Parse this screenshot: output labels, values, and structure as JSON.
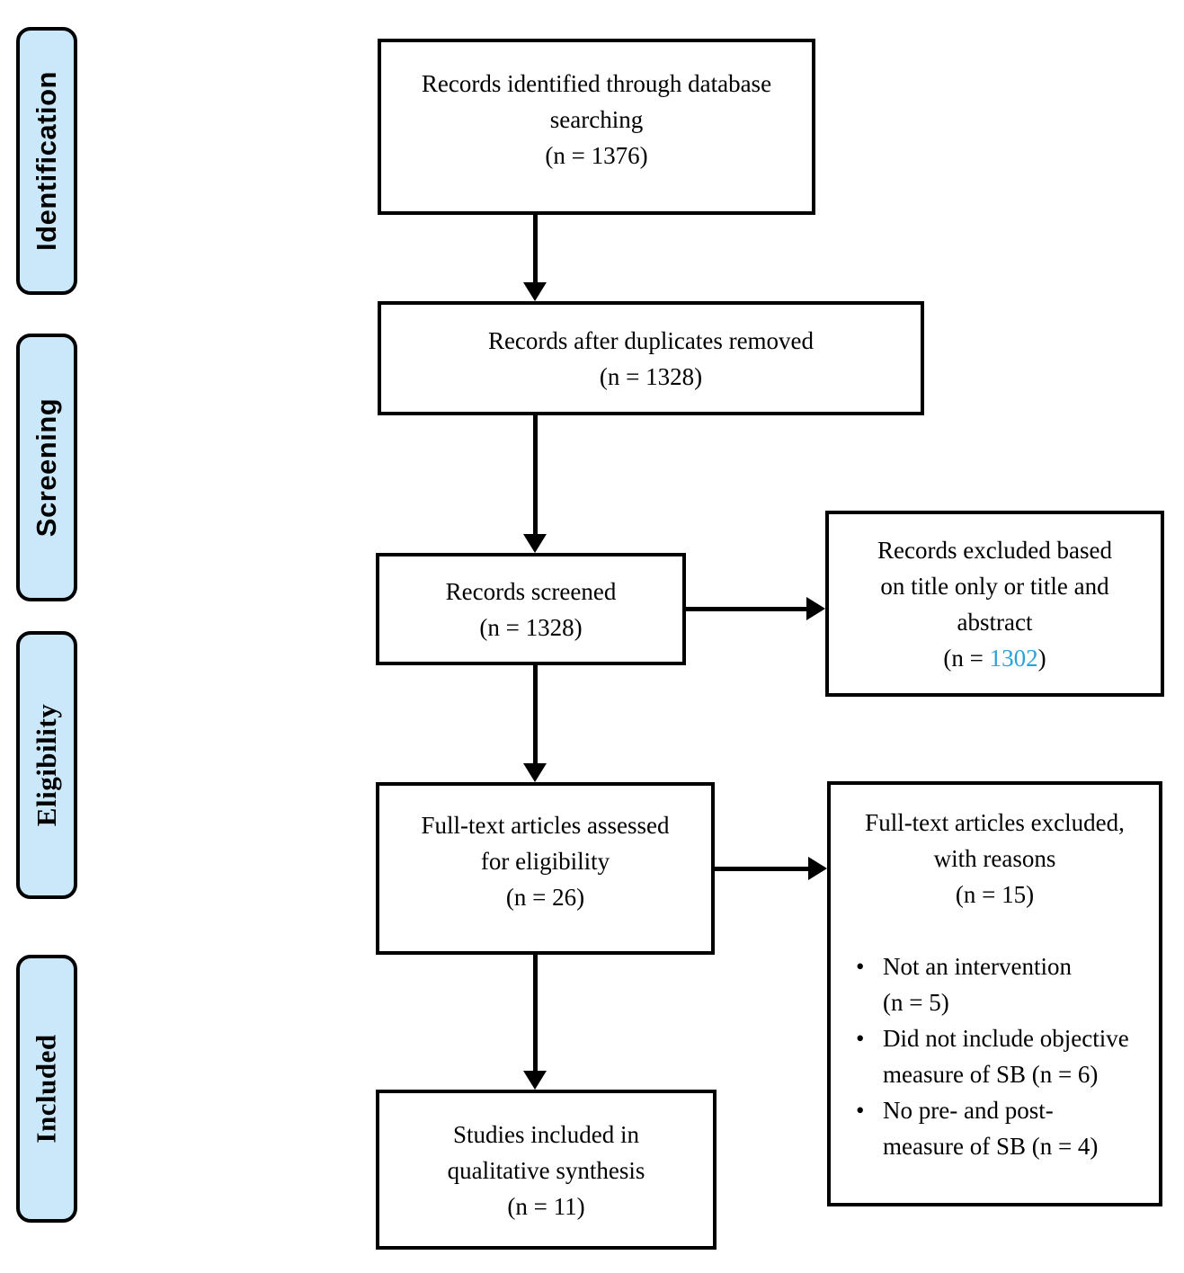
{
  "stages": [
    {
      "id": "identification",
      "label": "Identification"
    },
    {
      "id": "screening",
      "label": "Screening"
    },
    {
      "id": "eligibility",
      "label": "Eligibility"
    },
    {
      "id": "included",
      "label": "Included"
    }
  ],
  "flow": {
    "identified": {
      "lines": [
        "Records identified through database",
        "searching"
      ],
      "count": "(n = 1376)"
    },
    "deduped": {
      "lines": [
        "Records after duplicates removed"
      ],
      "count": "(n = 1328)"
    },
    "screened": {
      "lines": [
        "Records screened"
      ],
      "count": "(n = 1328)"
    },
    "fulltext": {
      "lines": [
        "Full-text articles assessed",
        "for eligibility"
      ],
      "count": "(n = 26)"
    },
    "included": {
      "lines": [
        "Studies included in",
        "qualitative synthesis"
      ],
      "count": "(n = 11)"
    }
  },
  "excluded": {
    "records": {
      "lines": [
        "Records excluded based",
        "on title only or title and",
        "abstract"
      ],
      "count_prefix": "(n = ",
      "count_value": "1302",
      "count_suffix": ")",
      "count_color": "#29A2DC"
    },
    "fulltext": {
      "lines": [
        "Full-text articles excluded,",
        "with reasons"
      ],
      "count": "(n = 15)",
      "bullet_glyph": "•",
      "reasons": [
        {
          "lines": [
            "Not an intervention",
            "(n = 5)"
          ]
        },
        {
          "lines": [
            "Did not include objective",
            "measure of SB (n = 6)"
          ]
        },
        {
          "lines": [
            "No pre- and post-",
            "measure of SB (n = 4)"
          ]
        }
      ]
    }
  },
  "colors": {
    "stage_fill": "#CBE8FA",
    "line": "#000000",
    "highlight": "#29A2DC"
  }
}
